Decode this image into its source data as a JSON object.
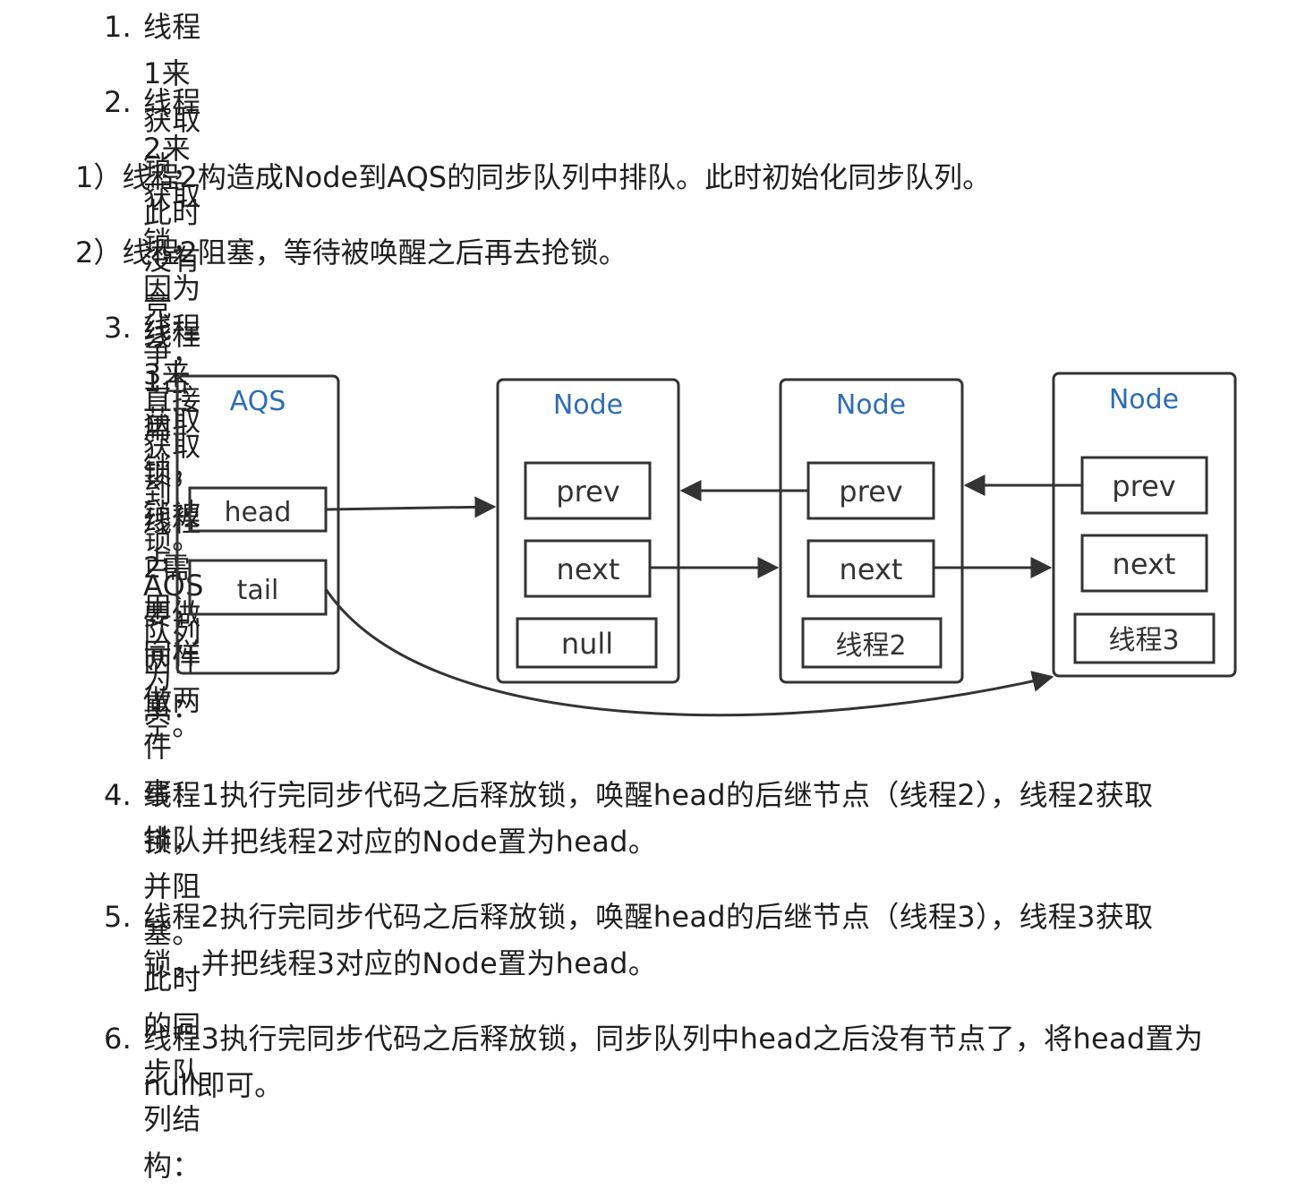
{
  "steps": [
    {
      "num": "1.",
      "text": "线程1来获取锁，此时没有竞争，直接获取到锁。AQS队列为空。"
    },
    {
      "num": "2.",
      "text": "线程2来获取锁，因为线程1占用锁，线程2需要做两件事："
    },
    {
      "num": "3.",
      "text": "线程3来获取锁，锁被占用，同样做两件事：排队并阻塞。此时的同步队列结构："
    },
    {
      "num": "4.",
      "line1": "线程1执行完同步代码之后释放锁，唤醒head的后继节点（线程2），线程2获取",
      "line2": "锁，并把线程2对应的Node置为head。"
    },
    {
      "num": "5.",
      "line1": "线程2执行完同步代码之后释放锁，唤醒head的后继节点（线程3），线程3获取",
      "line2": "锁，并把线程3对应的Node置为head。"
    },
    {
      "num": "6.",
      "line1": "线程3执行完同步代码之后释放锁，同步队列中head之后没有节点了，将head置为",
      "line2": "null即可。"
    }
  ],
  "substeps": [
    "1）线程2构造成Node到AQS的同步队列中排队。此时初始化同步队列。",
    "2）线程2阻塞，等待被唤醒之后再去抢锁。"
  ],
  "diagram": {
    "aqs": {
      "title": "AQS",
      "head": "head",
      "tail": "tail"
    },
    "nodes": [
      {
        "title": "Node",
        "prev": "prev",
        "next": "next",
        "value": "null"
      },
      {
        "title": "Node",
        "prev": "prev",
        "next": "next",
        "value": "线程2"
      },
      {
        "title": "Node",
        "prev": "prev",
        "next": "next",
        "value": "线程3"
      }
    ],
    "colors": {
      "title": "#2e6db4",
      "border": "#333333",
      "text": "#333333"
    }
  }
}
